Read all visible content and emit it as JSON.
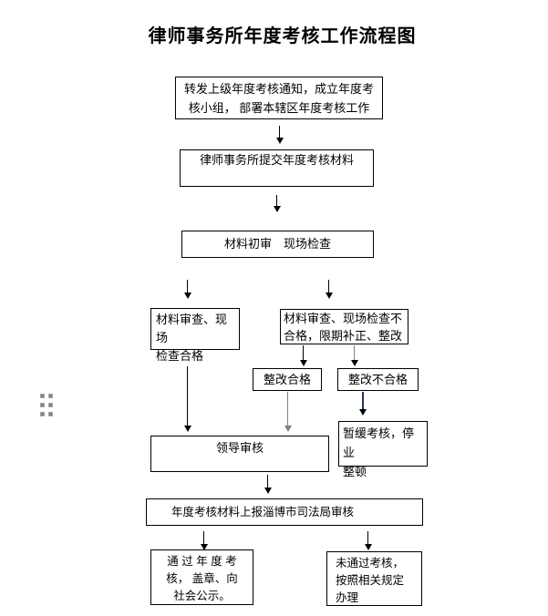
{
  "page": {
    "title": "律师事务所年度考核工作流程图",
    "background": "#ffffff"
  },
  "colors": {
    "arrow_black": "#000000",
    "arrow_gray": "#7f7f7f",
    "arrow_navy": "#1f3864",
    "box_border": "#000000",
    "handle_dot": "#808080",
    "text": "#000000"
  },
  "icons": {
    "drag_handle": "six-dot-grid-handle",
    "arrow": "down-arrow-connector"
  },
  "nodes": {
    "notify": {
      "text": "转发上级年度考核通知，成立年度考\n核小组， 部署本辖区年度考核工作"
    },
    "submit": {
      "text": "律师事务所提交年度考核材料"
    },
    "initial": {
      "text": "材料初审　现场检查"
    },
    "passcheck": {
      "text": "材料审查、现场\n检查合格"
    },
    "failcheck": {
      "text": "材料审查、现场检查不\n合格，限期补正、整改"
    },
    "rectpass": {
      "text": "整改合格"
    },
    "rectfail": {
      "text": "整改不合格"
    },
    "leader": {
      "text": "领导审核"
    },
    "suspend": {
      "text": "暂缓考核，停业\n整顿"
    },
    "report": {
      "text": "年度考核材料上报淄博市司法局审核"
    },
    "passfinal": {
      "text": "通 过 年 度 考\n核， 盖章、向\n社会公示。"
    },
    "failfinal": {
      "text": "未通过考核，\n按照相关规定\n办理"
    }
  }
}
